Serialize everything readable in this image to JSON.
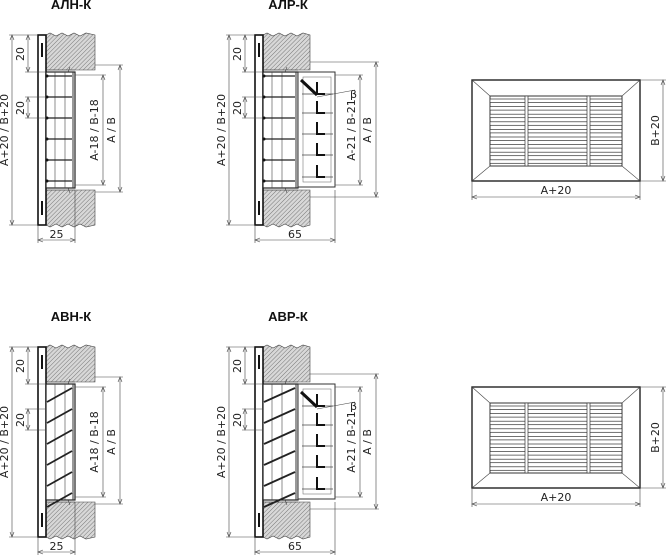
{
  "sections": [
    {
      "id": "aln-k",
      "title": "АЛН-К",
      "overall": "A+20 / B+20",
      "edge": "20",
      "pitch": "20",
      "inner": "A-18 / B-18",
      "outer": "A / B",
      "depth": "25",
      "rear": false,
      "slanted": false
    },
    {
      "id": "alr-k",
      "title": "АЛР-К",
      "overall": "A+20 / B+20",
      "edge": "20",
      "pitch": "20",
      "inner": "A-21 / B-21",
      "outer": "A / B",
      "depth": "65",
      "angle": "β",
      "rear": true,
      "slanted": false
    },
    {
      "id": "avn-k",
      "title": "АВН-К",
      "overall": "A+20 / B+20",
      "edge": "20",
      "pitch": "20",
      "inner": "A-18 / B-18",
      "outer": "A / B",
      "depth": "25",
      "rear": false,
      "slanted": true
    },
    {
      "id": "avr-k",
      "title": "АВР-К",
      "overall": "A+20 / B+20",
      "edge": "20",
      "pitch": "20",
      "inner": "A-21 / B-21",
      "outer": "A / B",
      "depth": "65",
      "angle": "β",
      "rear": true,
      "slanted": true
    }
  ],
  "front_views": [
    {
      "id": "front-top",
      "width_label": "A+20",
      "height_label": "B+20"
    },
    {
      "id": "front-bottom",
      "width_label": "A+20",
      "height_label": "B+20"
    }
  ]
}
